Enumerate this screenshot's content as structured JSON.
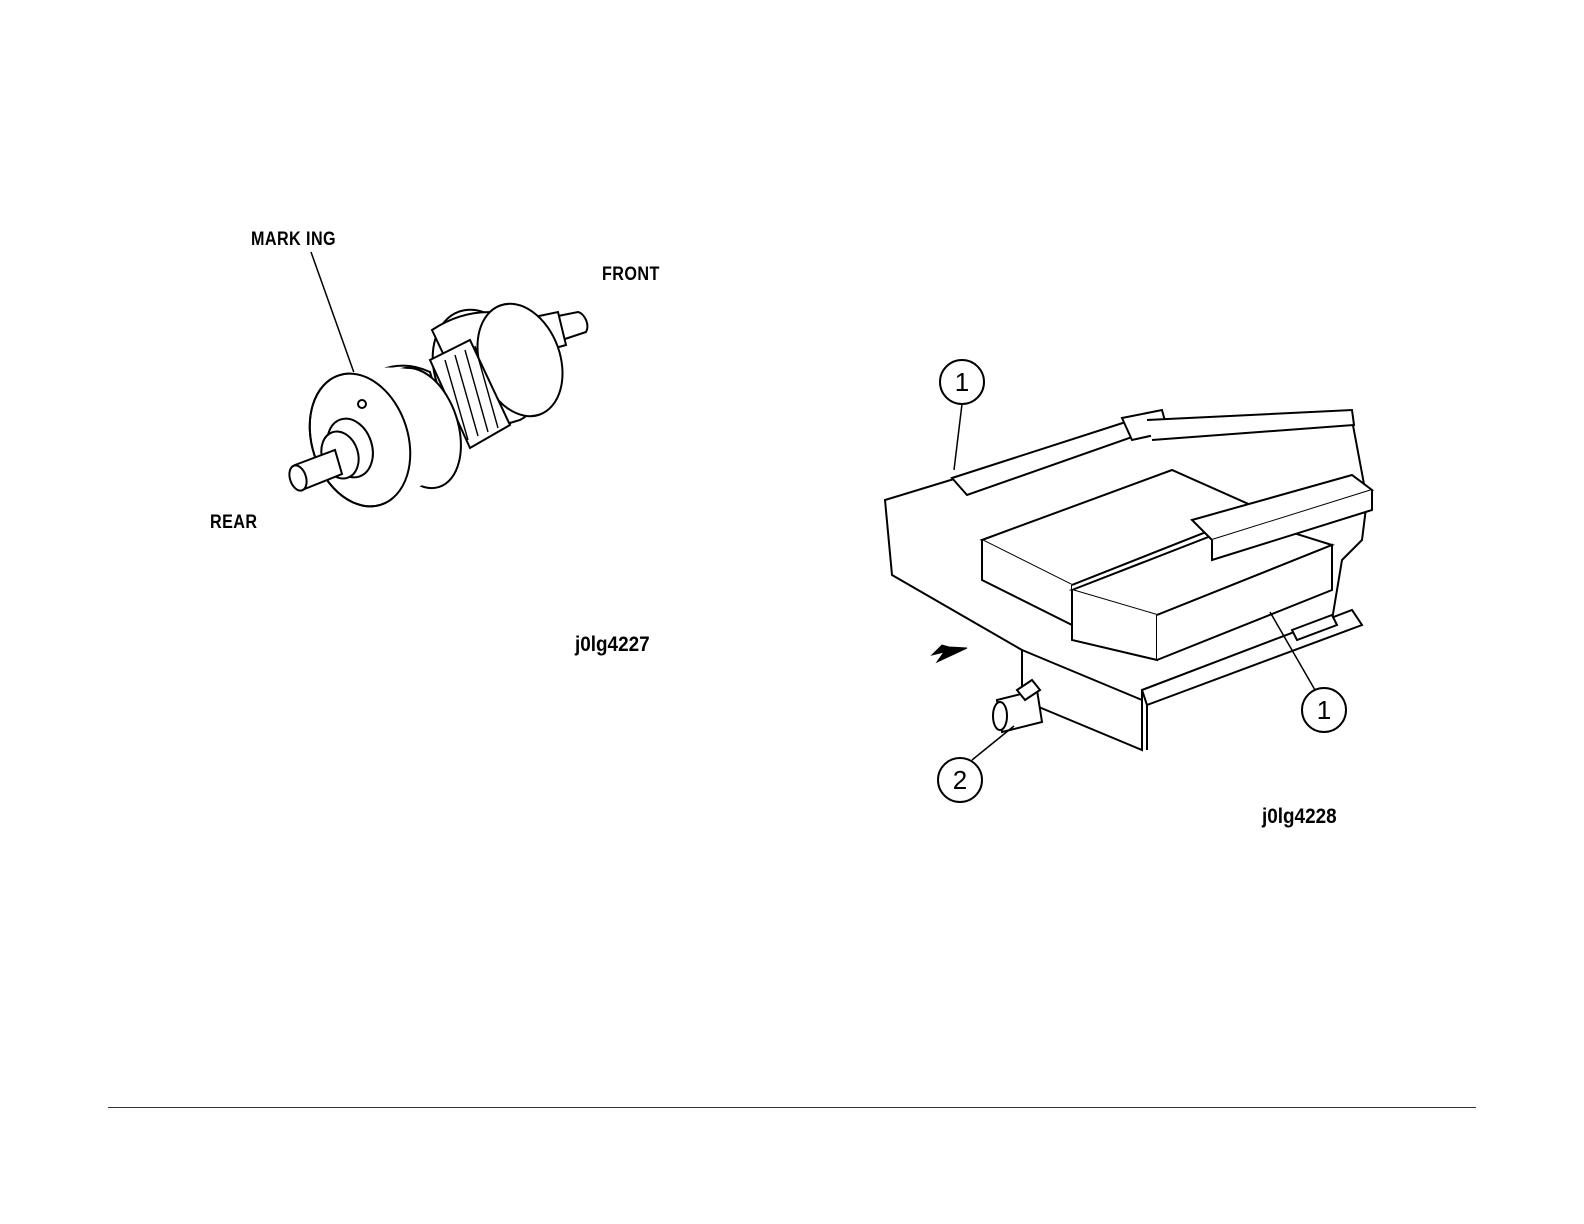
{
  "figure_left": {
    "id": "j0lg4227",
    "labels": {
      "marking": "MARK ING",
      "front": "FRONT",
      "rear": "REAR"
    }
  },
  "figure_right": {
    "id": "j0lg4228",
    "callouts": {
      "one_top": "1",
      "one_right": "1",
      "two": "2"
    }
  },
  "colors": {
    "ink": "#000000",
    "paper": "#ffffff"
  }
}
